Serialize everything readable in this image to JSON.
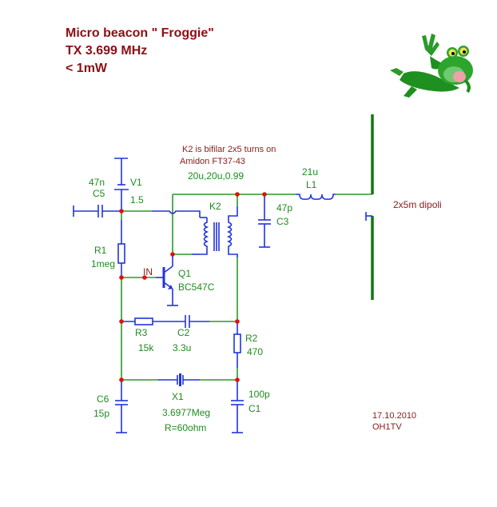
{
  "header": {
    "title_line1": "Micro beacon \" Froggie\"",
    "title_line2": "TX 3.699 MHz",
    "title_line3": "< 1mW"
  },
  "notes": {
    "k2_line1": "K2 is bifilar 2x5 turns on",
    "k2_line2": "Amidon FT37-43",
    "antenna": "2x5m dipoli",
    "date": "17.10.2010",
    "author": "OH1TV"
  },
  "colors": {
    "title": "#8b0f14",
    "label": "#1e8c1e",
    "wire": "#2a9a2a",
    "component": "#2233dd",
    "node": "#e01010",
    "antenna": "#117711"
  },
  "components": {
    "C5": {
      "name": "C5",
      "value": "47n"
    },
    "V1": {
      "name": "V1",
      "value": "1.5"
    },
    "R1": {
      "name": "R1",
      "value": "1meg"
    },
    "Q1": {
      "name": "Q1",
      "value": "BC547C"
    },
    "IN": {
      "name": "IN"
    },
    "K2": {
      "name": "K2",
      "value": "20u,20u,0.99"
    },
    "C3": {
      "name": "C3",
      "value": "47p"
    },
    "L1": {
      "name": "L1",
      "value": "21u"
    },
    "R3": {
      "name": "R3",
      "value": "15k"
    },
    "C2": {
      "name": "C2",
      "value": "3.3u"
    },
    "R2": {
      "name": "R2",
      "value": "470"
    },
    "C6": {
      "name": "C6",
      "value": "15p"
    },
    "X1": {
      "name": "X1",
      "value": "3.6977Meg",
      "extra": "R=60ohm"
    },
    "C1": {
      "name": "C1",
      "value": "100p"
    }
  },
  "icons": {
    "mascot": "frog-mascot-icon"
  }
}
